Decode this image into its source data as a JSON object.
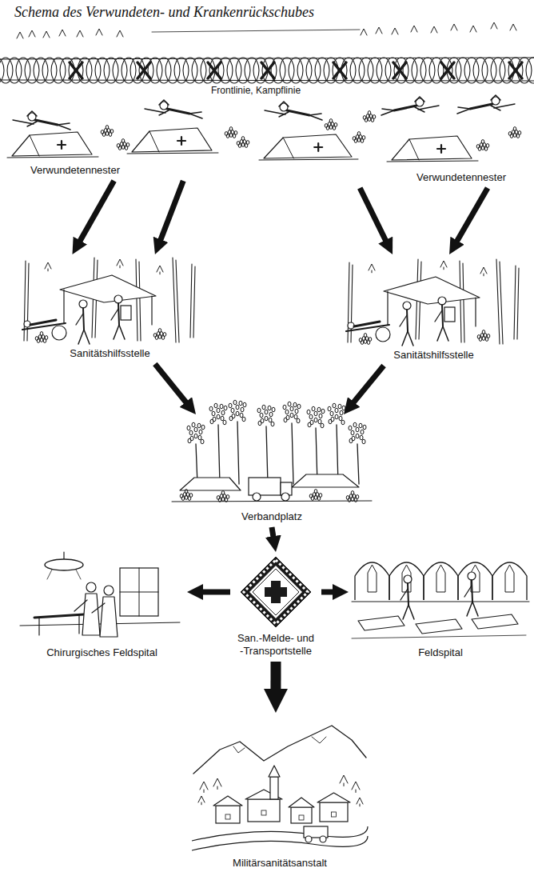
{
  "diagram": {
    "title": "Schema des Verwundeten- und Krankenrückschubes",
    "nodes": [
      {
        "text": [
          "Verwundetennester"
        ]
      },
      {
        "text": [
          "Verwundetennester"
        ]
      },
      {
        "text": [
          "Sanitätshilfsstelle"
        ]
      },
      {
        "text": [
          "Sanitätshilfsstelle"
        ]
      },
      {
        "text": [
          "Verbandplatz"
        ]
      },
      {
        "text": [
          "Chirurgisches Feldspital"
        ]
      },
      {
        "text": [
          "San.-Melde- und -Transportstelle"
        ]
      },
      {
        "text": [
          "Feldspital"
        ]
      },
      {
        "text": [
          "Militärsanitätsanstalt"
        ]
      }
    ],
    "edges": [
      {
        "from": 0,
        "to": 2,
        "arrow": "to"
      },
      {
        "from": 0,
        "to": 2,
        "arrow": "to"
      },
      {
        "from": 1,
        "to": 3,
        "arrow": "to"
      },
      {
        "from": 1,
        "to": 3,
        "arrow": "to"
      },
      {
        "from": 2,
        "to": 4,
        "arrow": "to"
      },
      {
        "from": 3,
        "to": 4,
        "arrow": "to"
      },
      {
        "from": 4,
        "to": 6,
        "arrow": "to"
      },
      {
        "from": 6,
        "to": 5,
        "arrow": "to"
      },
      {
        "from": 6,
        "to": 7,
        "arrow": "to"
      },
      {
        "from": 6,
        "to": 8,
        "arrow": "to"
      }
    ],
    "labels": [
      "Frontlinie, Kampflinie"
    ]
  }
}
